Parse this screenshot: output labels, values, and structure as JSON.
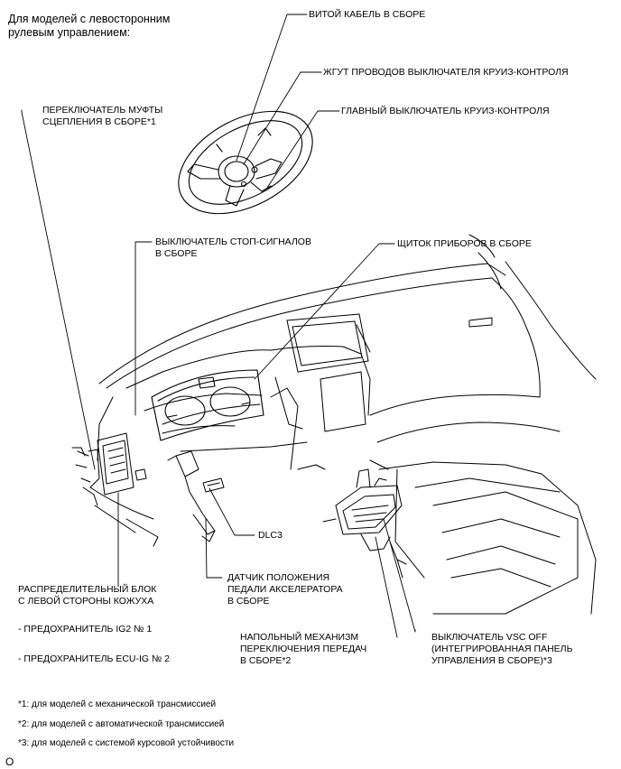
{
  "header": {
    "line1": "Для моделей с левосторонним",
    "line2": "рулевым управлением:"
  },
  "labels": {
    "spiral_cable": "ВИТОЙ КАБЕЛЬ В СБОРЕ",
    "cruise_wire_harness": "ЖГУТ ПРОВОДОВ ВЫКЛЮЧАТЕЛЯ КРУИЗ-КОНТРОЛЯ",
    "cruise_main_switch": "ГЛАВНЫЙ ВЫКЛЮЧАТЕЛЬ КРУИЗ-КОНТРОЛЯ",
    "clutch_switch": {
      "line1": "ПЕРЕКЛЮЧАТЕЛЬ МУФТЫ",
      "line2": "СЦЕПЛЕНИЯ В СБОРЕ*1"
    },
    "stop_lamp_switch": {
      "line1": "ВЫКЛЮЧАТЕЛЬ СТОП-СИГНАЛОВ",
      "line2": "В СБОРЕ"
    },
    "combination_meter": "ЩИТОК ПРИБОРОВ В СБОРЕ",
    "dlc3": "DLC3",
    "accelerator_sensor": {
      "line1": "ДАТЧИК ПОЛОЖЕНИЯ",
      "line2": "ПЕДАЛИ АКСЕЛЕРАТОРА",
      "line3": "В СБОРЕ"
    },
    "junction_block": {
      "line1": "РАСПРЕДЕЛИТЕЛЬНЫЙ БЛОК",
      "line2": "С ЛЕВОЙ СТОРОНЫ КОЖУХА"
    },
    "fuse_ig2": "- ПРЕДОХРАНИТЕЛЬ IG2 № 1",
    "fuse_ecu_ig": "- ПРЕДОХРАНИТЕЛЬ ECU-IG № 2",
    "shift_lever": {
      "line1": "НАПОЛЬНЫЙ МЕХАНИЗМ",
      "line2": "ПЕРЕКЛЮЧЕНИЯ ПЕРЕДАЧ",
      "line3": "В СБОРЕ*2"
    },
    "vsc_off_switch": {
      "line1": "ВЫКЛЮЧАТЕЛЬ VSC OFF",
      "line2": "(ИНТЕГРИРОВАННАЯ ПАНЕЛЬ",
      "line3": "УПРАВЛЕНИЯ В СБОРЕ)*3"
    }
  },
  "footnotes": {
    "fn1": "*1: для моделей с механической трансмиссией",
    "fn2": "*2: для моделей с автоматической трансмиссией",
    "fn3": "*3: для моделей с системой курсовой устойчивости"
  },
  "page_marker": "O"
}
